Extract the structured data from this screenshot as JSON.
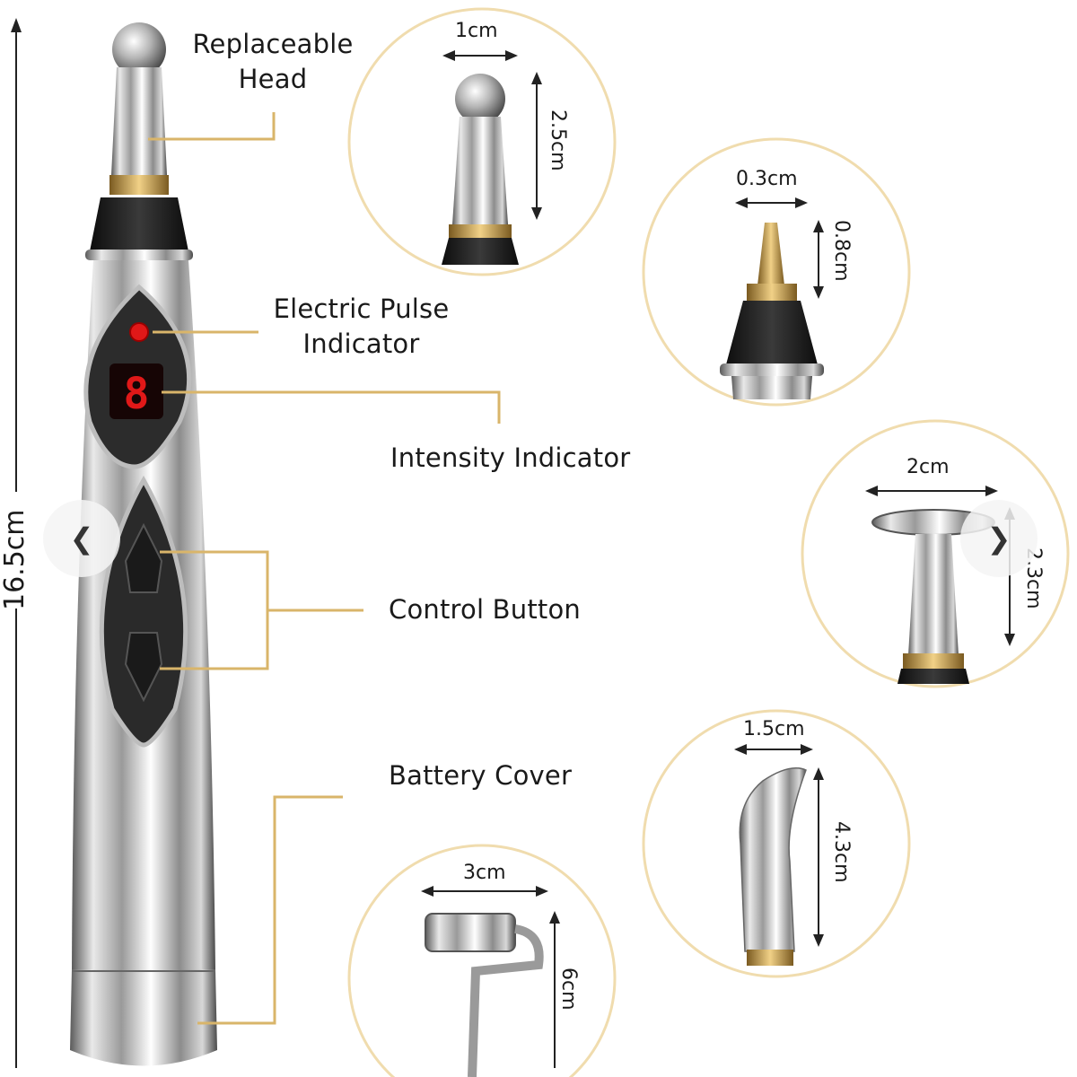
{
  "overall_length": "16.5cm",
  "labels": {
    "replaceable_head_line1": "Replaceable",
    "replaceable_head_line2": "Head",
    "electric_pulse_line1": "Electric Pulse",
    "electric_pulse_line2": "Indicator",
    "intensity_indicator": "Intensity Indicator",
    "control_button": "Control Button",
    "battery_cover": "Battery Cover"
  },
  "heads": [
    {
      "width": "1cm",
      "height": "2.5cm"
    },
    {
      "width": "0.3cm",
      "height": "0.8cm"
    },
    {
      "width": "2cm",
      "height": "2.3cm"
    },
    {
      "width": "1.5cm",
      "height": "4.3cm"
    },
    {
      "width": "3cm",
      "height": "6cm"
    }
  ],
  "nav": {
    "prev": "❮",
    "next": "❯"
  },
  "colors": {
    "accent": "#d9b56a",
    "chrome": "#c8c8c8",
    "led": "#e01818"
  }
}
